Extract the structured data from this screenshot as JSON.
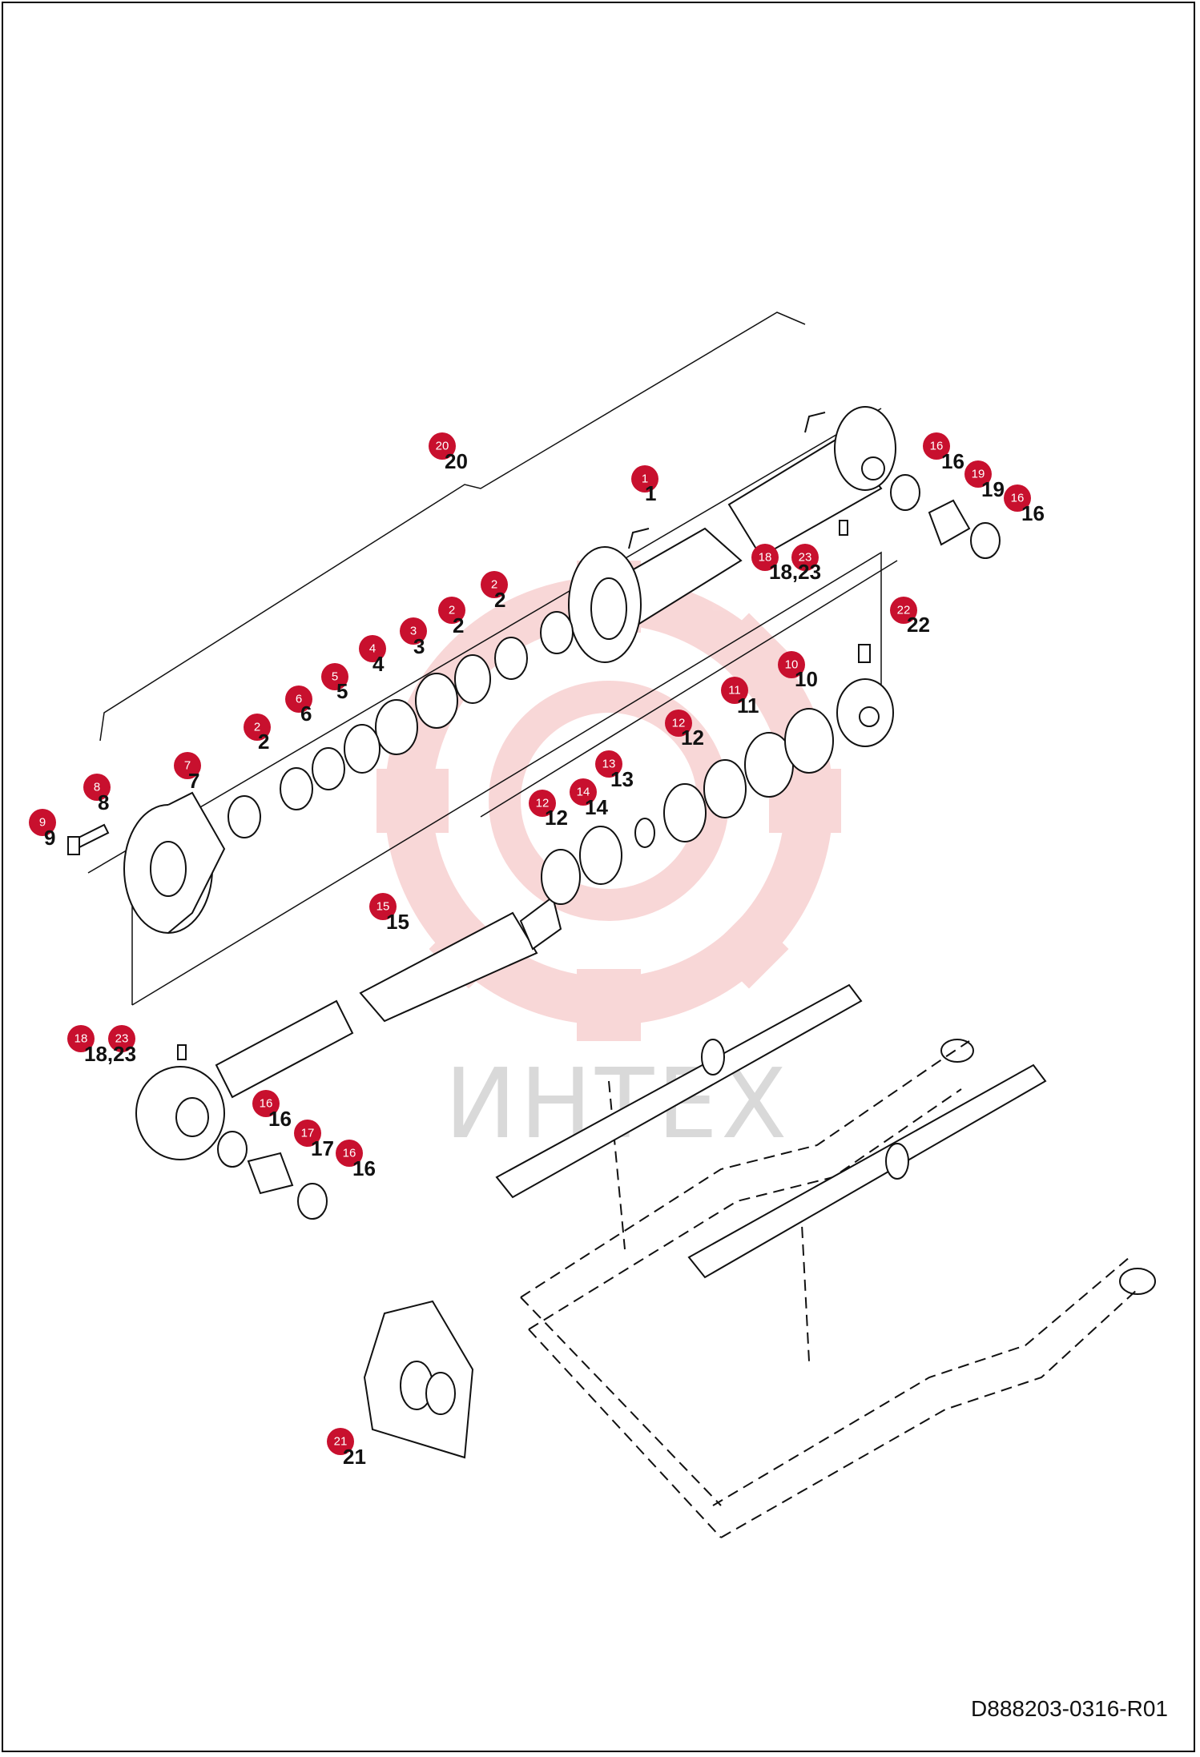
{
  "watermark": {
    "text": "ИНТЕХ",
    "color": "#f4b8b8"
  },
  "document_code": "D888203-0316-R01",
  "badge_color": "#c8102e",
  "callouts": {
    "c1": {
      "badge": "1",
      "label": "1"
    },
    "c2a": {
      "badge": "2",
      "label": "2"
    },
    "c2b": {
      "badge": "2",
      "label": "2"
    },
    "c2c": {
      "badge": "2",
      "label": "2"
    },
    "c3": {
      "badge": "3",
      "label": "3"
    },
    "c4": {
      "badge": "4",
      "label": "4"
    },
    "c5": {
      "badge": "5",
      "label": "5"
    },
    "c6": {
      "badge": "6",
      "label": "6"
    },
    "c7": {
      "badge": "7",
      "label": "7"
    },
    "c8": {
      "badge": "8",
      "label": "8"
    },
    "c9": {
      "badge": "9",
      "label": "9"
    },
    "c10": {
      "badge": "10",
      "label": "10"
    },
    "c11": {
      "badge": "11",
      "label": "11"
    },
    "c12a": {
      "badge": "12",
      "label": "12"
    },
    "c12b": {
      "badge": "12",
      "label": "12"
    },
    "c13": {
      "badge": "13",
      "label": "13"
    },
    "c14": {
      "badge": "14",
      "label": "14"
    },
    "c15": {
      "badge": "15",
      "label": "15"
    },
    "c16a": {
      "badge": "16",
      "label": "16"
    },
    "c16b": {
      "badge": "16",
      "label": "16"
    },
    "c16c": {
      "badge": "16",
      "label": "16"
    },
    "c16d": {
      "badge": "16",
      "label": "16"
    },
    "c17": {
      "badge": "17",
      "label": "17"
    },
    "c19": {
      "badge": "19",
      "label": "19"
    },
    "c20": {
      "badge": "20",
      "label": "20"
    },
    "c21": {
      "badge": "21",
      "label": "21"
    },
    "c22": {
      "badge": "22",
      "label": "22"
    },
    "c18_23a": {
      "badge_a": "18",
      "badge_b": "23",
      "label": "18,23"
    },
    "c18_23b": {
      "badge_a": "18",
      "badge_b": "23",
      "label": "18,23"
    }
  }
}
